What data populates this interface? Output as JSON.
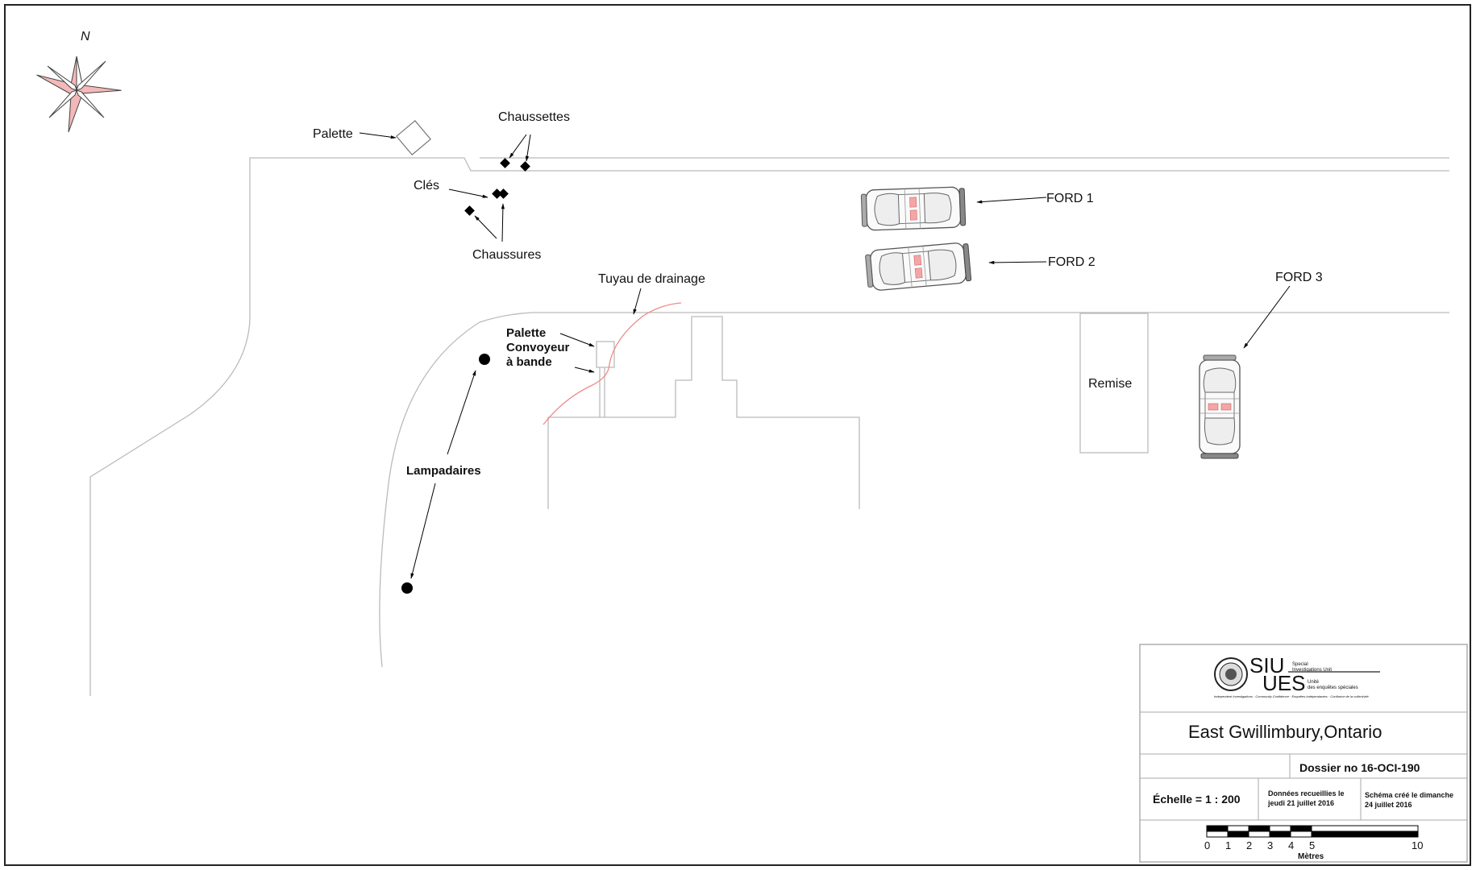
{
  "compass": {
    "north_label": "N",
    "icon": "compass-rose-icon",
    "accent_color": "#e8262a",
    "fill_color": "#f4b8b8"
  },
  "labels": {
    "palette_top": "Palette",
    "chaussettes": "Chaussettes",
    "cles": "Clés",
    "chaussures": "Chaussures",
    "tuyau": "Tuyau de drainage",
    "palette_lower": "Palette",
    "convoyeur": "Convoyeur",
    "a_bande": "à bande",
    "lampadaires": "Lampadaires",
    "remise": "Remise",
    "ford1": "FORD 1",
    "ford2": "FORD 2",
    "ford3": "FORD 3"
  },
  "title_block": {
    "logo": {
      "siu": "SIU",
      "ues": "UES",
      "en_line1": "Special",
      "en_line2": "Investigations Unit",
      "fr_line1": "Unité",
      "fr_line2": "des enquêtes spéciales",
      "tagline": "Independent Investigations · Community Confidence · Enquêtes indépendantes · Confiance de la collectivité"
    },
    "location": "East Gwillimbury,Ontario",
    "dossier": "Dossier no 16-OCI-190",
    "echelle": "Échelle = 1 : 200",
    "donnees_line1": "Données recueillies le",
    "donnees_line2": "jeudi 21 juillet 2016",
    "schema_line1": "Schéma créé le dimanche",
    "schema_line2": "24 juillet 2016",
    "scale_ticks": [
      "0",
      "1",
      "2",
      "3",
      "4",
      "5",
      "10"
    ],
    "scale_unit": "Mètres"
  },
  "colors": {
    "line": "#bbbbbb",
    "frame": "#333333",
    "marker": "#000000",
    "pipe": "#f08a8a",
    "light_bar": "#f4a6a6"
  }
}
